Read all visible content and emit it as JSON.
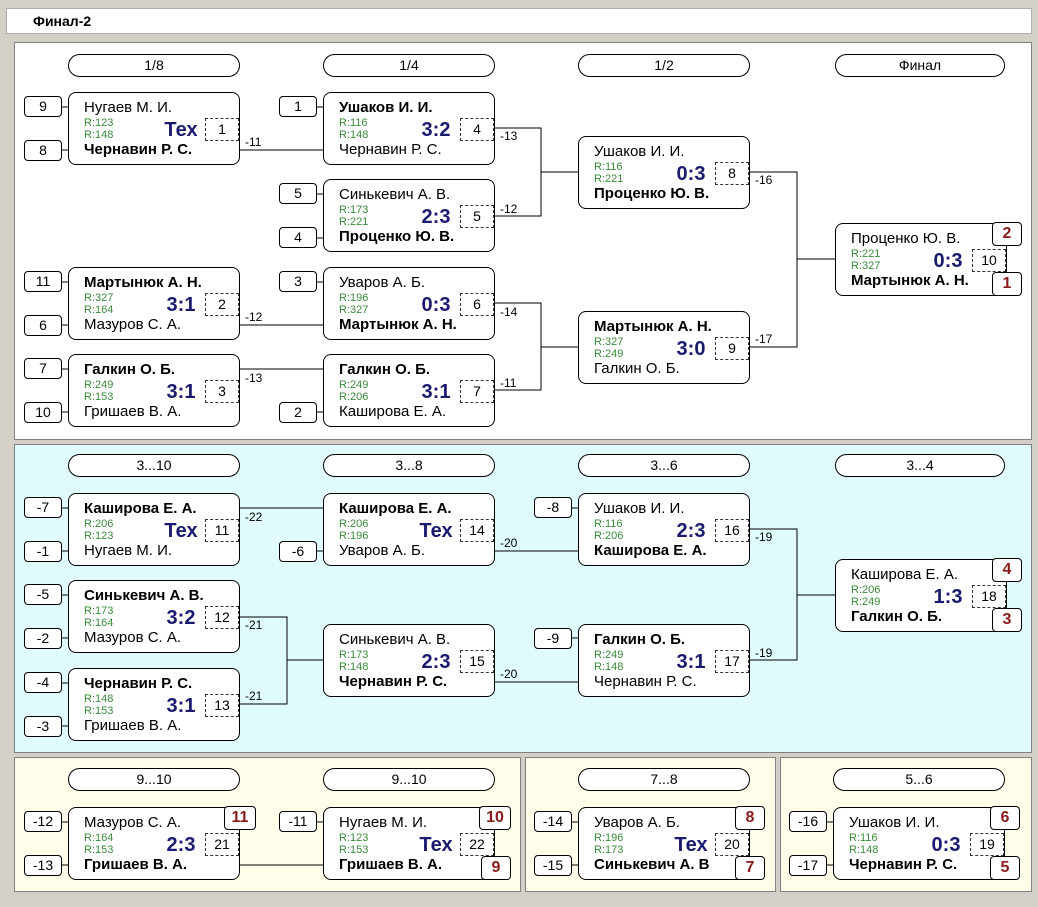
{
  "window": {
    "title": "Финал-2"
  },
  "colors": {
    "top_bg": "#ffffff",
    "mid_bg": "#e0fbfc",
    "bottom_bg": "#fffdea",
    "score": "#1a1a6e",
    "rating": "#3a8a3a",
    "place": "#8b1a1a"
  },
  "headers": {
    "h1": "1/8",
    "h2": "1/4",
    "h3": "1/2",
    "h4": "Финал",
    "h5": "3...10",
    "h6": "3...8",
    "h7": "3...6",
    "h8": "3...4",
    "h9": "9...10",
    "h10": "9...10",
    "h11": "7...8",
    "h12": "5...6"
  },
  "seeds": {
    "s1": "9",
    "s2": "8",
    "s3": "11",
    "s4": "6",
    "s5": "7",
    "s6": "10",
    "s7": "1",
    "s8": "5",
    "s9": "4",
    "s10": "3",
    "s11": "2",
    "s12": "-7",
    "s13": "-1",
    "s14": "-5",
    "s15": "-2",
    "s16": "-4",
    "s17": "-3",
    "s18": "-6",
    "s19": "-8",
    "s20": "-9",
    "s21": "-12",
    "s22": "-13",
    "s23": "-11",
    "s24": "-14",
    "s25": "-15",
    "s26": "-16",
    "s27": "-17"
  },
  "matches": [
    {
      "p1": "Нугаев М. И.",
      "p2": "Чернавин Р. С.",
      "r1": "R:123",
      "r2": "R:148",
      "score": "Тех",
      "num": "1",
      "winner": 2
    },
    {
      "p1": "Мартынюк А. Н.",
      "p2": "Мазуров С. А.",
      "r1": "R:327",
      "r2": "R:164",
      "score": "3:1",
      "num": "2",
      "winner": 1
    },
    {
      "p1": "Галкин О. Б.",
      "p2": "Гришаев В. А.",
      "r1": "R:249",
      "r2": "R:153",
      "score": "3:1",
      "num": "3",
      "winner": 1
    },
    {
      "p1": "Ушаков И. И.",
      "p2": "Чернавин Р. С.",
      "r1": "R:116",
      "r2": "R:148",
      "score": "3:2",
      "num": "4",
      "winner": 1
    },
    {
      "p1": "Синькевич А. В.",
      "p2": "Проценко Ю. В.",
      "r1": "R:173",
      "r2": "R:221",
      "score": "2:3",
      "num": "5",
      "winner": 2
    },
    {
      "p1": "Уваров А. Б.",
      "p2": "Мартынюк А. Н.",
      "r1": "R:196",
      "r2": "R:327",
      "score": "0:3",
      "num": "6",
      "winner": 2
    },
    {
      "p1": "Галкин О. Б.",
      "p2": "Каширова Е. А.",
      "r1": "R:249",
      "r2": "R:206",
      "score": "3:1",
      "num": "7",
      "winner": 1
    },
    {
      "p1": "Ушаков И. И.",
      "p2": "Проценко Ю. В.",
      "r1": "R:116",
      "r2": "R:221",
      "score": "0:3",
      "num": "8",
      "winner": 2
    },
    {
      "p1": "Мартынюк А. Н.",
      "p2": "Галкин О. Б.",
      "r1": "R:327",
      "r2": "R:249",
      "score": "3:0",
      "num": "9",
      "winner": 1
    },
    {
      "p1": "Проценко Ю. В.",
      "p2": "Мартынюк А. Н.",
      "r1": "R:221",
      "r2": "R:327",
      "score": "0:3",
      "num": "10",
      "winner": 2
    },
    {
      "p1": "Каширова Е. А.",
      "p2": "Нугаев М. И.",
      "r1": "R:206",
      "r2": "R:123",
      "score": "Тех",
      "num": "11",
      "winner": 1
    },
    {
      "p1": "Синькевич А. В.",
      "p2": "Мазуров С. А.",
      "r1": "R:173",
      "r2": "R:164",
      "score": "3:2",
      "num": "12",
      "winner": 1
    },
    {
      "p1": "Чернавин Р. С.",
      "p2": "Гришаев В. А.",
      "r1": "R:148",
      "r2": "R:153",
      "score": "3:1",
      "num": "13",
      "winner": 1
    },
    {
      "p1": "Каширова Е. А.",
      "p2": "Уваров А. Б.",
      "r1": "R:206",
      "r2": "R:196",
      "score": "Тех",
      "num": "14",
      "winner": 1
    },
    {
      "p1": "Синькевич А. В.",
      "p2": "Чернавин Р. С.",
      "r1": "R:173",
      "r2": "R:148",
      "score": "2:3",
      "num": "15",
      "winner": 2
    },
    {
      "p1": "Ушаков И. И.",
      "p2": "Каширова Е. А.",
      "r1": "R:116",
      "r2": "R:206",
      "score": "2:3",
      "num": "16",
      "winner": 2
    },
    {
      "p1": "Галкин О. Б.",
      "p2": "Чернавин Р. С.",
      "r1": "R:249",
      "r2": "R:148",
      "score": "3:1",
      "num": "17",
      "winner": 1
    },
    {
      "p1": "Каширова Е. А.",
      "p2": "Галкин О. Б.",
      "r1": "R:206",
      "r2": "R:249",
      "score": "1:3",
      "num": "18",
      "winner": 2
    },
    {
      "p1": "Мазуров С. А.",
      "p2": "Гришаев В. А.",
      "r1": "R:164",
      "r2": "R:153",
      "score": "2:3",
      "num": "21",
      "winner": 2
    },
    {
      "p1": "Нугаев М. И.",
      "p2": "Гришаев В. А.",
      "r1": "R:123",
      "r2": "R:153",
      "score": "Тех",
      "num": "22",
      "winner": 2
    },
    {
      "p1": "Уваров А. Б.",
      "p2": "Синькевич А. В",
      "r1": "R:196",
      "r2": "R:173",
      "score": "Тех",
      "num": "20",
      "winner": 2
    },
    {
      "p1": "Ушаков И. И.",
      "p2": "Чернавин Р. С.",
      "r1": "R:116",
      "r2": "R:148",
      "score": "0:3",
      "num": "19",
      "winner": 2
    }
  ],
  "labels": {
    "l1": "-11",
    "l2": "-12",
    "l3": "-13",
    "l4": "-13",
    "l5": "-12",
    "l6": "-14",
    "l7": "-11",
    "l8": "-16",
    "l9": "-17",
    "l10": "-22",
    "l11": "-21",
    "l12": "-21",
    "l13": "-20",
    "l14": "-20",
    "l15": "-19",
    "l16": "-19"
  },
  "places": {
    "pl1": "2",
    "pl2": "1",
    "pl3": "4",
    "pl4": "3",
    "pl5": "11",
    "pl6": "10",
    "pl7": "9",
    "pl8": "8",
    "pl9": "7",
    "pl10": "6",
    "pl11": "5"
  }
}
